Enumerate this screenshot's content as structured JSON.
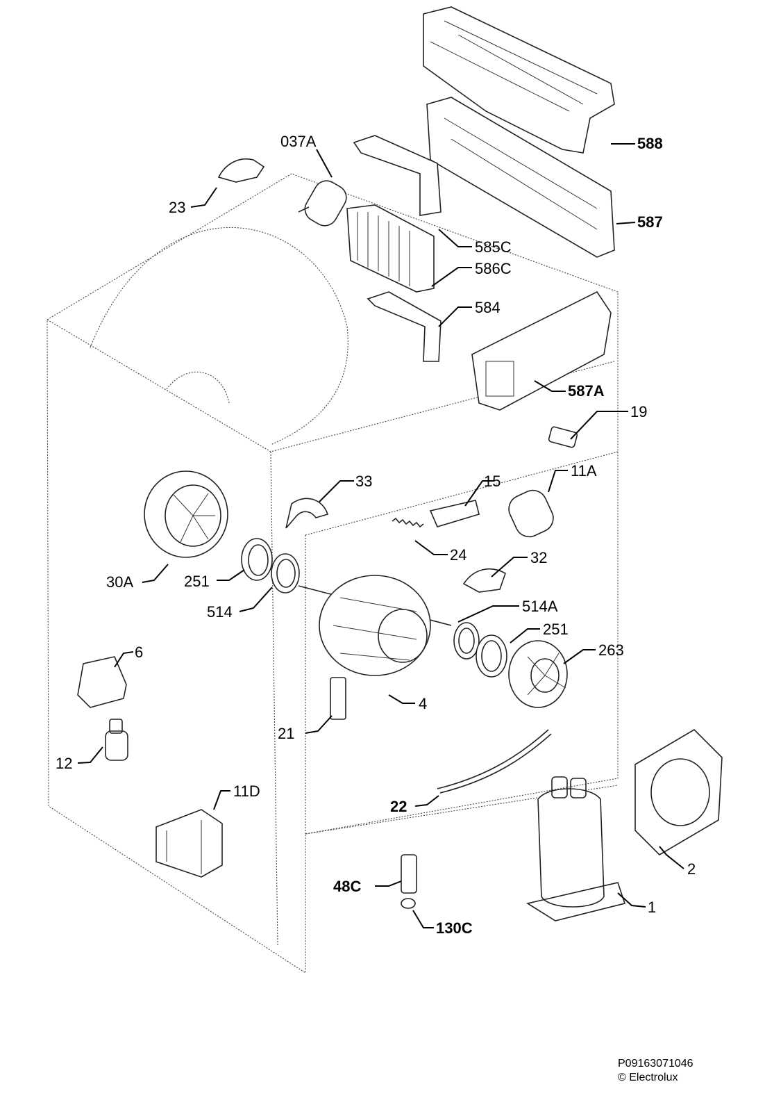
{
  "labels": {
    "p037A": "037A",
    "p23": "23",
    "p588": "588",
    "p587": "587",
    "p585C": "585C",
    "p586C": "586C",
    "p584": "584",
    "p587A": "587A",
    "p19": "19",
    "p33": "33",
    "p15": "15",
    "p11A": "11A",
    "p24": "24",
    "p32": "32",
    "p30A": "30A",
    "p251a": "251",
    "p514": "514",
    "p514A": "514A",
    "p251b": "251",
    "p263": "263",
    "p6": "6",
    "p4": "4",
    "p21": "21",
    "p12": "12",
    "p11D": "11D",
    "p22": "22",
    "p2": "2",
    "p48C": "48C",
    "p1": "1",
    "p130C": "130C"
  },
  "footer": {
    "code": "P09163071046",
    "brand": "© Electrolux"
  }
}
